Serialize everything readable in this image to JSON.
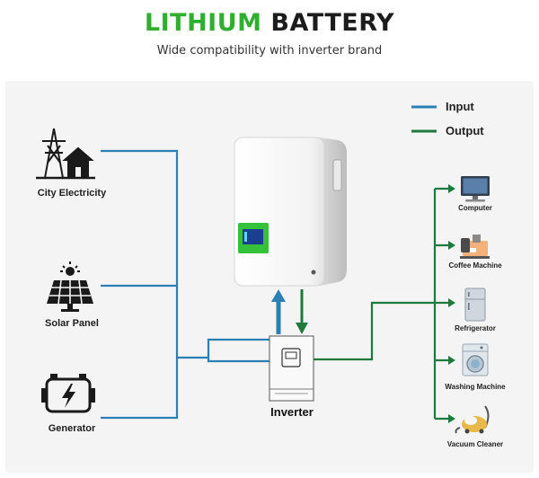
{
  "header": {
    "title_part1": "LITHIUM",
    "title_part2": "BATTERY",
    "subtitle": "Wide compatibility with inverter brand"
  },
  "legend": {
    "input_label": "Input",
    "output_label": "Output"
  },
  "colors": {
    "title_green": "#2fae2f",
    "title_dark": "#1c1c1c",
    "input_blue": "#2a7fb5",
    "output_green": "#1f7a3d",
    "screen_green": "#34c23a"
  },
  "sources": [
    {
      "label": "City Electricity",
      "icon": "power-tower-house-icon"
    },
    {
      "label": "Solar Panel",
      "icon": "solar-panel-icon"
    },
    {
      "label": "Generator",
      "icon": "generator-icon"
    }
  ],
  "inverter": {
    "label": "Inverter"
  },
  "loads": [
    {
      "label": "Computer",
      "icon": "computer-icon"
    },
    {
      "label": "Coffee Machine",
      "icon": "coffee-machine-icon"
    },
    {
      "label": "Refrigerator",
      "icon": "refrigerator-icon"
    },
    {
      "label": "Washing Machine",
      "icon": "washing-machine-icon"
    },
    {
      "label": "Vacuum Cleaner",
      "icon": "vacuum-cleaner-icon"
    }
  ]
}
